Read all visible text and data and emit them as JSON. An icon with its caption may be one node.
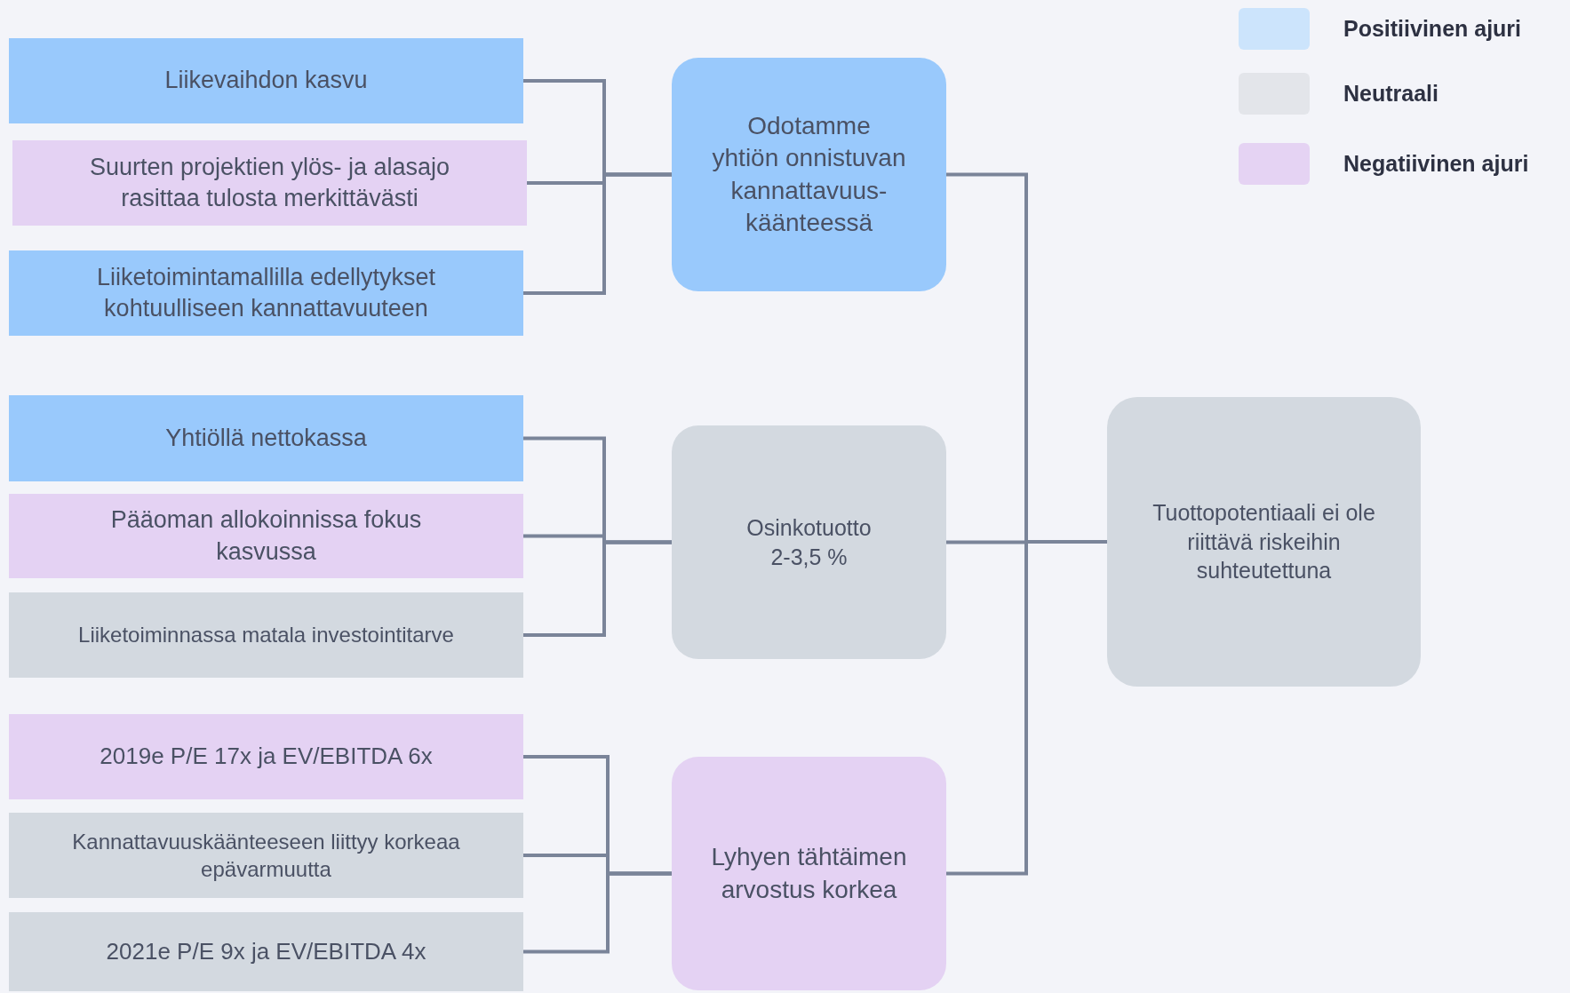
{
  "diagram": {
    "nodes": [
      {
        "text": [
          "Liikevaihdon kasvu"
        ]
      },
      {
        "text": [
          "Suurten projektien ylös- ja alasajo rasittaa tulosta merkittävästi"
        ]
      },
      {
        "text": [
          "Liiketoimintamallilla edellytykset kohtuulliseen kannattavuuteen"
        ]
      },
      {
        "text": [
          "Yhtiöllä nettokassa"
        ]
      },
      {
        "text": [
          "Pääoman allokoinnissa fokus kasvussa"
        ]
      },
      {
        "text": [
          "Liiketoiminnassa matala investointitarve"
        ]
      },
      {
        "text": [
          "2019e P/E 17x ja EV/EBITDA 6x"
        ]
      },
      {
        "text": [
          "Kannattavuuskäänteeseen liittyy korkeaa epävarmuutta"
        ]
      },
      {
        "text": [
          "2021e P/E 9x ja EV/EBITDA 4x"
        ]
      },
      {
        "text": [
          "Odotamme yhtiön onnistuvan kannattavuus-käänteessä"
        ]
      },
      {
        "text": [
          "Osinkotuotto 2-3,5 %"
        ]
      },
      {
        "text": [
          "Lyhyen tähtäimen arvostus korkea"
        ]
      },
      {
        "text": [
          "Tuottopotentiaali ei ole riittävä riskeihin suhteutettuna"
        ]
      }
    ],
    "edges": [
      {
        "from": 0,
        "to": 9,
        "arrow": "none"
      },
      {
        "from": 1,
        "to": 9,
        "arrow": "none"
      },
      {
        "from": 2,
        "to": 9,
        "arrow": "none"
      },
      {
        "from": 3,
        "to": 10,
        "arrow": "none"
      },
      {
        "from": 4,
        "to": 10,
        "arrow": "none"
      },
      {
        "from": 5,
        "to": 10,
        "arrow": "none"
      },
      {
        "from": 6,
        "to": 11,
        "arrow": "none"
      },
      {
        "from": 7,
        "to": 11,
        "arrow": "none"
      },
      {
        "from": 8,
        "to": 11,
        "arrow": "none"
      },
      {
        "from": 9,
        "to": 12,
        "arrow": "none"
      },
      {
        "from": 10,
        "to": 12,
        "arrow": "none"
      },
      {
        "from": 11,
        "to": 12,
        "arrow": "none"
      }
    ],
    "legend": [
      {
        "text": "Positiivinen ajuri",
        "color": "#cce4fc"
      },
      {
        "text": "Neutraali",
        "color": "#e3e5ea"
      },
      {
        "text": "Negatiivinen ajuri",
        "color": "#e5d3f3"
      }
    ]
  }
}
